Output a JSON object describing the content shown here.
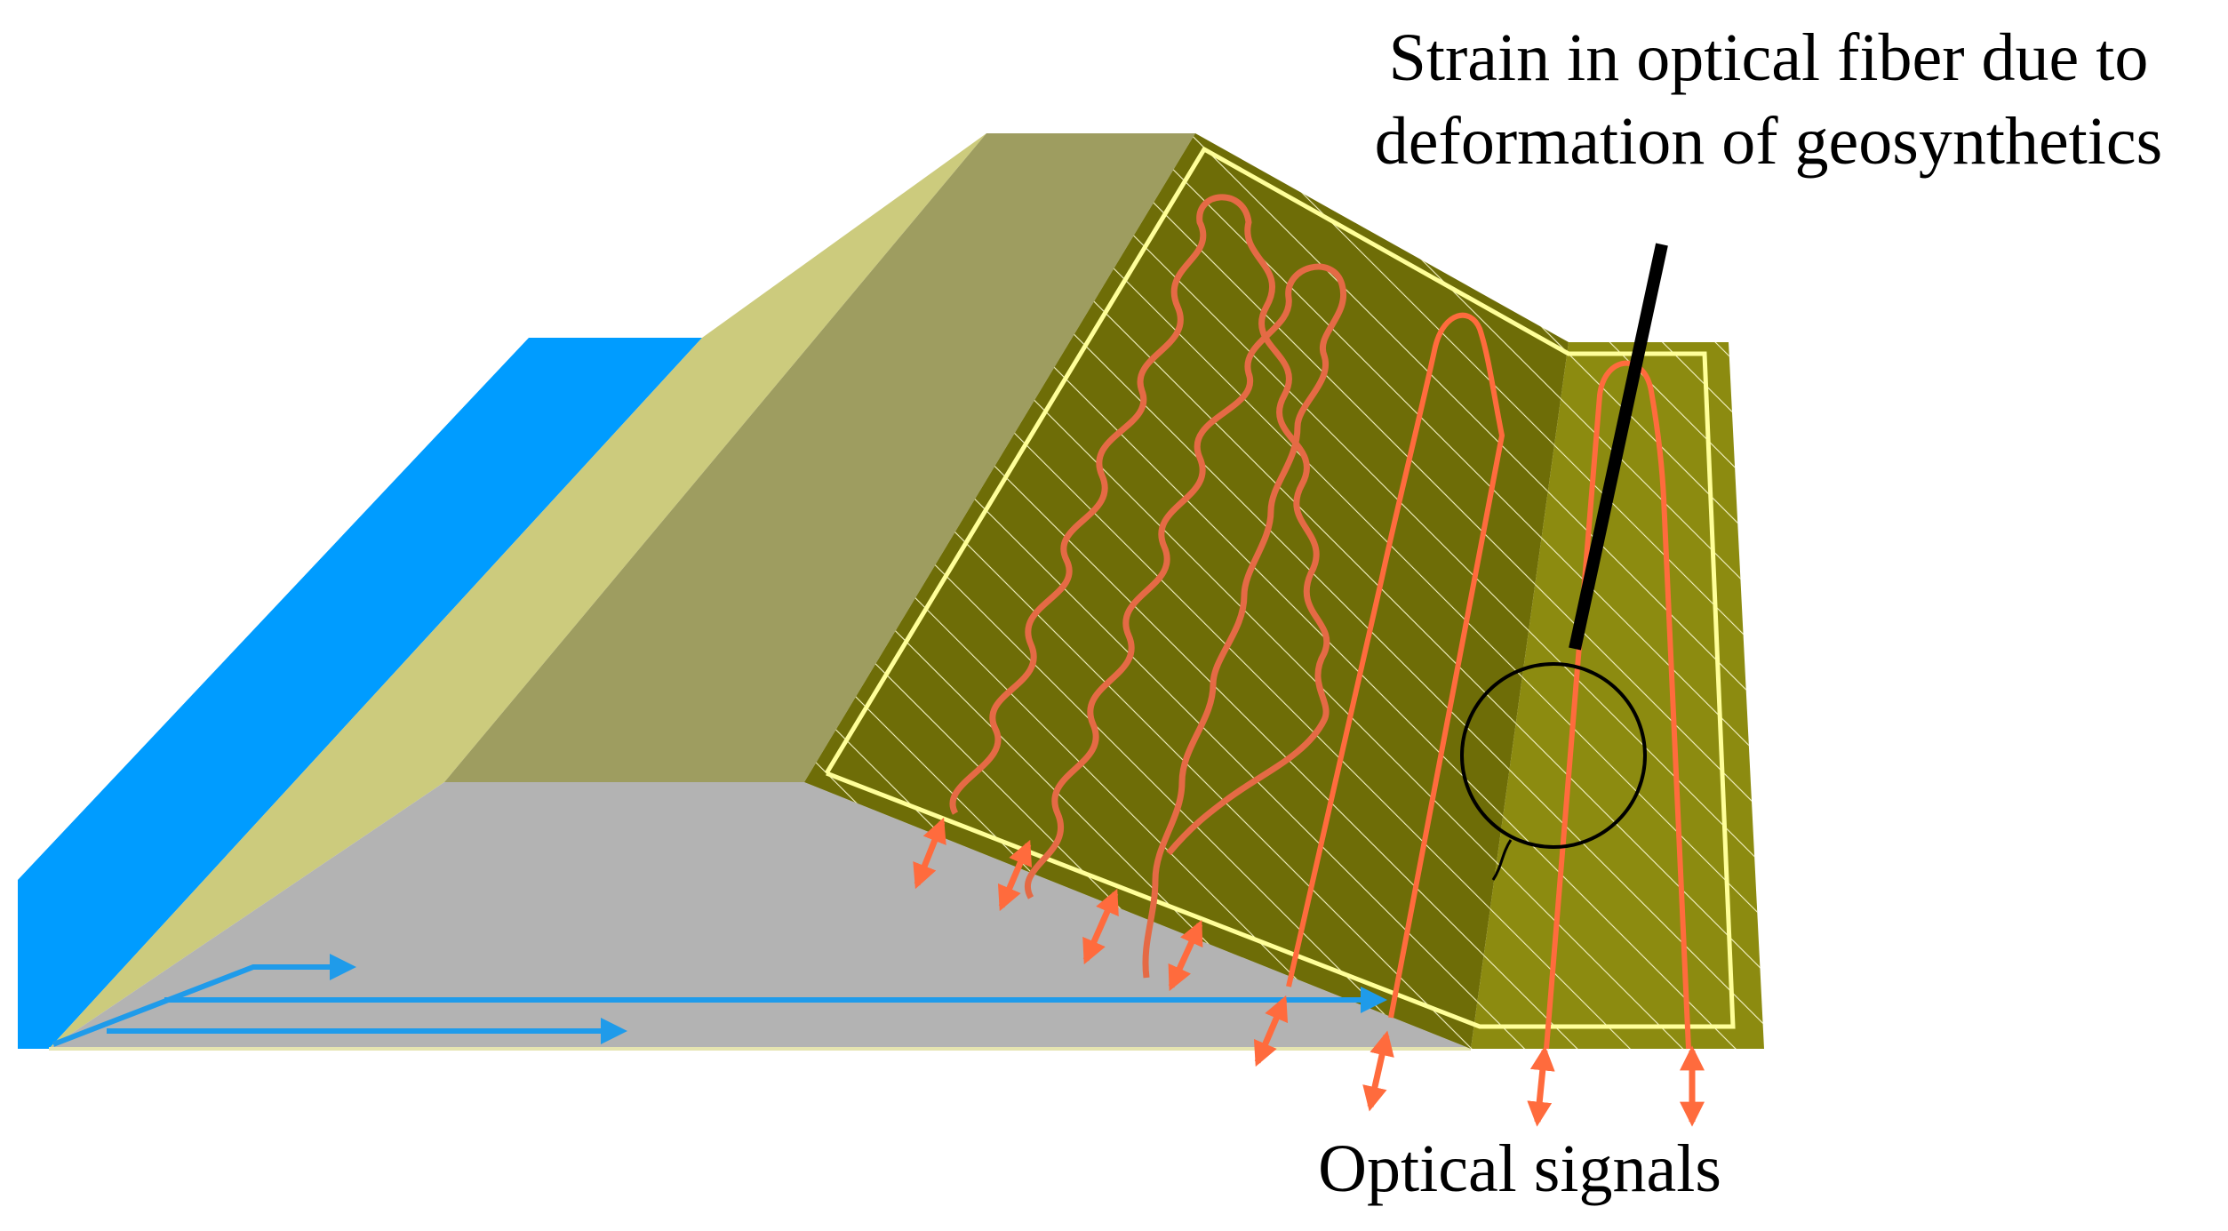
{
  "annotations": {
    "strain_line1": "Strain in optical fiber due to",
    "strain_line2": "deformation of geosynthetics",
    "optical_signals": "Optical signals"
  },
  "colors": {
    "water": "#009cff",
    "slope_light": "#cccb7d",
    "crest": "#9e9d60",
    "base": "#b3b3b3",
    "mesh_fill": "#6e6d07",
    "mesh_border": "#ffff99",
    "mesh_hatch": "#f4f3c4",
    "fiber": "#ff6b3d",
    "flow_arrow": "#1f9bea",
    "pointer": "#000000"
  },
  "icons": {
    "flow": "blue-flow-arrow-icon",
    "signal": "double-headed-arrow-icon",
    "callout": "magnifier-circle-icon"
  }
}
